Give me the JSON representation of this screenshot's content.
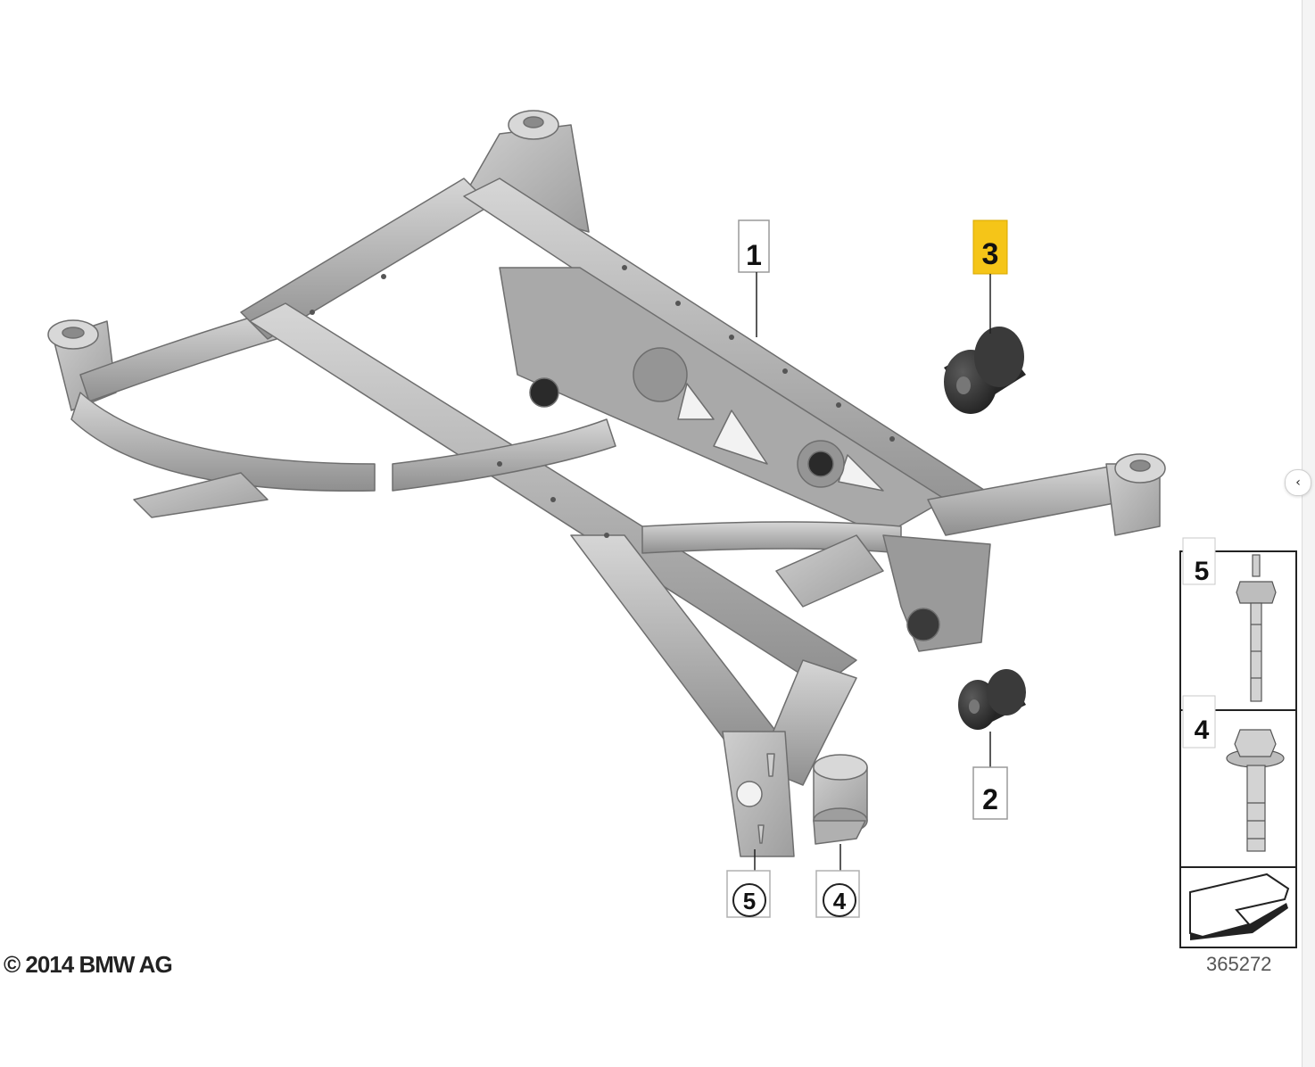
{
  "copyright": "© 2014 BMW AG",
  "diagram_number": "365272",
  "callouts": {
    "c1": "1",
    "c2": "2",
    "c3": "3",
    "c4_circled": "4",
    "c5_circled": "5"
  },
  "side_panel": {
    "item_5": "5",
    "item_4": "4"
  },
  "colors": {
    "highlight": "#f5c518",
    "frame_fill": "#b9b9b9",
    "frame_dark": "#8d8d8d",
    "bushing": "#2e2e2e"
  },
  "edge_tab_icon": "chevron-left-icon"
}
